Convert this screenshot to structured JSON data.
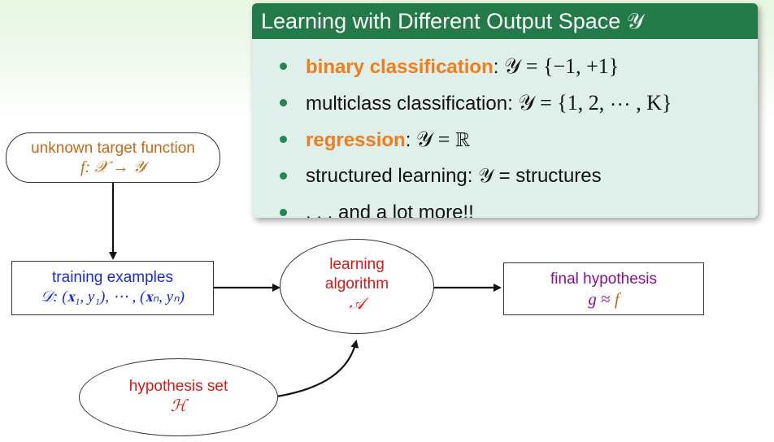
{
  "block": {
    "title": "Learning with Different Output Space 𝒴",
    "bullets": [
      {
        "highlight": "binary classification",
        "text": ":",
        "math": " 𝒴 = {−1, +1}"
      },
      {
        "highlight": "",
        "text": "multiclass classification:",
        "math": " 𝒴 = {1, 2, ⋯ , K}"
      },
      {
        "highlight": "regression",
        "text": ":",
        "math": " 𝒴 = ℝ"
      },
      {
        "highlight": "",
        "text": "structured learning:",
        "math": " 𝒴 = structures"
      },
      {
        "highlight": "",
        "text": ". . . and a lot more!!",
        "math": ""
      }
    ]
  },
  "diagram": {
    "target": {
      "label": "unknown target function",
      "formula": "f: 𝒳 → 𝒴"
    },
    "training": {
      "label": "training examples",
      "formula": "𝒟: (𝐱₁, y₁), ⋯ , (𝐱ₙ, yₙ)"
    },
    "algorithm": {
      "line1": "learning",
      "line2": "algorithm",
      "formula": "𝒜"
    },
    "hypothesis_set": {
      "label": "hypothesis set",
      "formula": "ℋ"
    },
    "final": {
      "label": "final hypothesis",
      "formula_g": "g",
      "formula_approx": " ≈ ",
      "formula_f": "f"
    }
  },
  "colors": {
    "block_header": "#237a49",
    "block_body": "#dfefe9",
    "highlight": "#f07c1b",
    "bullet": "#1f8a4c",
    "target_text": "#c06b16",
    "training_text": "#1b2bd6",
    "algorithm_text": "#e01515",
    "final_text": "#8a0f8a"
  }
}
